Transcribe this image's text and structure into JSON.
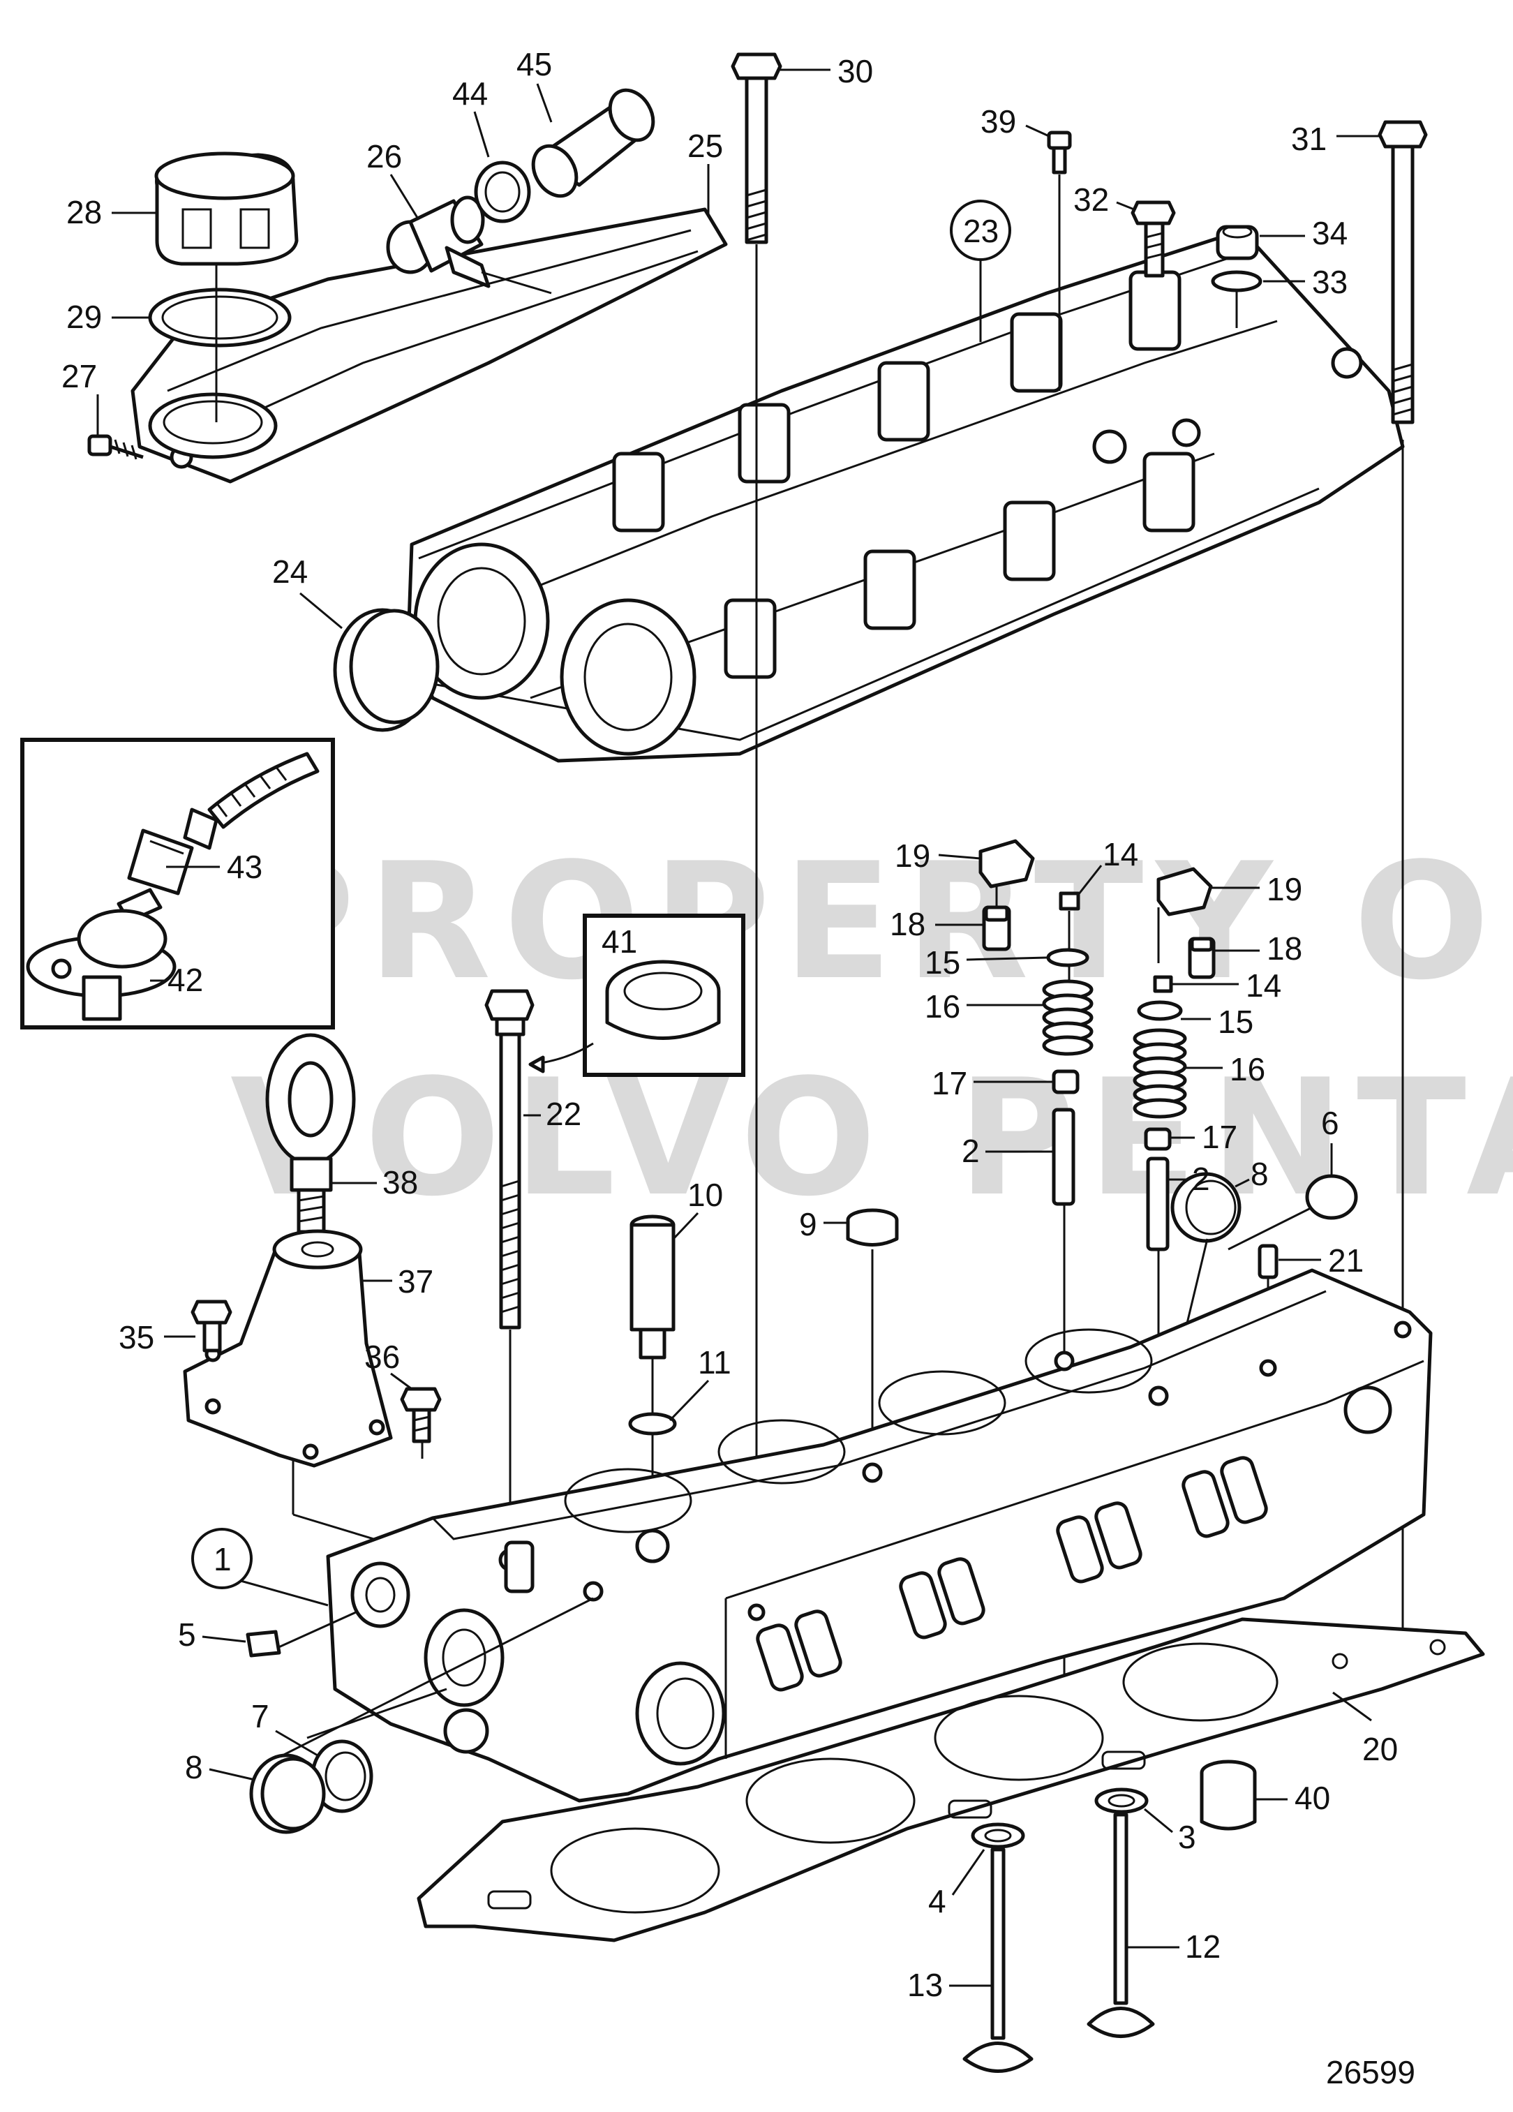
{
  "watermark": {
    "line1": "PROPERTY OF",
    "line2": "VOLVO PENTA"
  },
  "figure_number": "26599",
  "callouts": {
    "c1": "1",
    "c2a": "2",
    "c2b": "2",
    "c3": "3",
    "c4": "4",
    "c5": "5",
    "c6": "6",
    "c7": "7",
    "c8a": "8",
    "c8b": "8",
    "c9": "9",
    "c10": "10",
    "c11": "11",
    "c12": "12",
    "c13": "13",
    "c14a": "14",
    "c14b": "14",
    "c15a": "15",
    "c15b": "15",
    "c16a": "16",
    "c16b": "16",
    "c17a": "17",
    "c17b": "17",
    "c18a": "18",
    "c18b": "18",
    "c19a": "19",
    "c19b": "19",
    "c20": "20",
    "c21": "21",
    "c22": "22",
    "c23": "23",
    "c24": "24",
    "c25": "25",
    "c26": "26",
    "c27": "27",
    "c28": "28",
    "c29": "29",
    "c30": "30",
    "c31": "31",
    "c32": "32",
    "c33": "33",
    "c34": "34",
    "c35": "35",
    "c36": "36",
    "c37": "37",
    "c38": "38",
    "c39": "39",
    "c40": "40",
    "c41": "41",
    "c42": "42",
    "c43": "43",
    "c44": "44",
    "c45": "45"
  }
}
